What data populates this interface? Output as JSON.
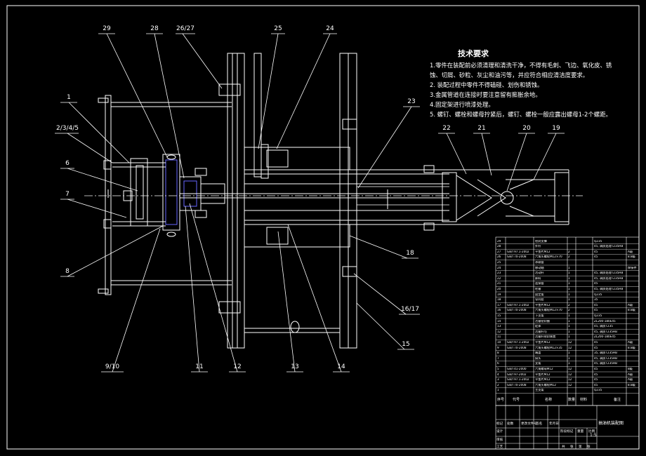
{
  "tech_requirements": {
    "title": "技术要求",
    "lines": [
      "1.零件在装配前必须清理和清洗干净，不得有毛刺、飞边、氧化皮、锈",
      "蚀、切屑、砂粒、灰尘和油污等，并应符合相应清洁度要求。",
      "2. 装配过程中零件不得磕碰、划伤和锈蚀。",
      "3.金属管道在连接时要注意留有膨胀余地。",
      "4.固定架进行喷漆处理。",
      "5. 螺钉、螺栓和螺母拧紧后，螺钉、螺栓一般应露出螺母1-2个螺距。"
    ]
  },
  "callouts": [
    "29",
    "28",
    "26/27",
    "25",
    "24",
    "1",
    "2/3/4/5",
    "6",
    "7",
    "8",
    "23",
    "22",
    "21",
    "20",
    "19",
    "18",
    "16/17",
    "15",
    "14",
    "13",
    "12",
    "11",
    "9/10"
  ],
  "bom": {
    "rows": [
      {
        "no": "29",
        "code": "",
        "name": "密封支撑",
        "qty": "",
        "mat": "Q235",
        "note": ""
      },
      {
        "no": "28",
        "code": "",
        "name": "外杆",
        "qty": "",
        "mat": "45, 调质处理T235HB",
        "note": ""
      },
      {
        "no": "27",
        "code": "GB/T97.1-2002",
        "name": "平垫片M12",
        "qty": "2",
        "mat": "45",
        "note": "A级"
      },
      {
        "no": "26",
        "code": "GB/T70-2008",
        "name": "六角头螺栓M12×70",
        "qty": "2",
        "mat": "45",
        "note": "8.8级"
      },
      {
        "no": "25",
        "code": "",
        "name": "承载管",
        "qty": "",
        "mat": "",
        "note": ""
      },
      {
        "no": "24",
        "code": "",
        "name": "移动轴",
        "qty": "1",
        "mat": "",
        "note": "焊接件"
      },
      {
        "no": "23",
        "code": "",
        "name": "活动杆",
        "qty": "1",
        "mat": "45, 调质处理T235HB",
        "note": ""
      },
      {
        "no": "22",
        "code": "",
        "name": "卸料",
        "qty": "1",
        "mat": "45, 调质处理T235HB",
        "note": ""
      },
      {
        "no": "21",
        "code": "",
        "name": "连接管",
        "qty": "1",
        "mat": "45",
        "note": ""
      },
      {
        "no": "20",
        "code": "",
        "name": "柱塞",
        "qty": "1",
        "mat": "45, 调质处理T235HB",
        "note": ""
      },
      {
        "no": "19",
        "code": "",
        "name": "固定架",
        "qty": "1",
        "mat": "Q235",
        "note": ""
      },
      {
        "no": "18",
        "code": "",
        "name": "导向套",
        "qty": "1",
        "mat": "35",
        "note": ""
      },
      {
        "no": "17",
        "code": "GB/T97.1-2002",
        "name": "平垫片M12",
        "qty": "2",
        "mat": "45",
        "note": "A级"
      },
      {
        "no": "16",
        "code": "GB/T70-2008",
        "name": "六角头螺栓M12×70",
        "qty": "2",
        "mat": "45",
        "note": "8.8级"
      },
      {
        "no": "15",
        "code": "",
        "name": "下支架",
        "qty": "1",
        "mat": "Q235",
        "note": ""
      },
      {
        "no": "14",
        "code": "",
        "name": "活塞密封圈",
        "qty": "1",
        "mat": "ZL200-180E45",
        "note": ""
      },
      {
        "no": "13",
        "code": "",
        "name": "缸体",
        "qty": "1",
        "mat": "45, 调质T235",
        "note": ""
      },
      {
        "no": "12",
        "code": "",
        "name": "活塞杆与",
        "qty": "1",
        "mat": "45, 调质T235HB",
        "note": ""
      },
      {
        "no": "11",
        "code": "",
        "name": "活塞杆密封装置",
        "qty": "1",
        "mat": "ZL200-180E45",
        "note": ""
      },
      {
        "no": "10",
        "code": "GB/T97.1-2002",
        "name": "平垫片M12",
        "qty": "12",
        "mat": "45",
        "note": "A级"
      },
      {
        "no": "9",
        "code": "GB/T70-2008",
        "name": "六角头螺栓M12×35",
        "qty": "12",
        "mat": "45",
        "note": "8.8级"
      },
      {
        "no": "8",
        "code": "",
        "name": "端盖",
        "qty": "1",
        "mat": "35, 调质T235HB",
        "note": ""
      },
      {
        "no": "7",
        "code": "",
        "name": "接头",
        "qty": "1",
        "mat": "45, 调质T235HB",
        "note": ""
      },
      {
        "no": "6",
        "code": "",
        "name": "支架",
        "qty": "1",
        "mat": "45, 调质T235HB",
        "note": ""
      },
      {
        "no": "5",
        "code": "GB/T41-2000",
        "name": "六角螺母M12",
        "qty": "12",
        "mat": "45",
        "note": "8级"
      },
      {
        "no": "4",
        "code": "GB/T97-2002",
        "name": "平垫片M12",
        "qty": "12",
        "mat": "45",
        "note": "A级"
      },
      {
        "no": "3",
        "code": "GB/T97.1-2002",
        "name": "平垫片M12",
        "qty": "12",
        "mat": "45",
        "note": "A级"
      },
      {
        "no": "2",
        "code": "GB/T70-2008",
        "name": "六角头螺栓M12",
        "qty": "12",
        "mat": "45",
        "note": "8.8级"
      },
      {
        "no": "1",
        "code": "",
        "name": "主支架",
        "qty": "",
        "mat": "Q235",
        "note": ""
      }
    ],
    "header": {
      "no": "序号",
      "code": "代号",
      "name": "名称",
      "qty": "数量",
      "mat": "材料",
      "note": "备注"
    }
  },
  "title_block": {
    "drawing_name": "抽油机装配图",
    "scale": "1:5",
    "labels": [
      "标记",
      "处数",
      "更改文件号",
      "签名",
      "年月日",
      "设计",
      "审核",
      "工艺",
      "阶段标记",
      "重量",
      "比例",
      "共",
      "张",
      "第",
      "张"
    ]
  }
}
